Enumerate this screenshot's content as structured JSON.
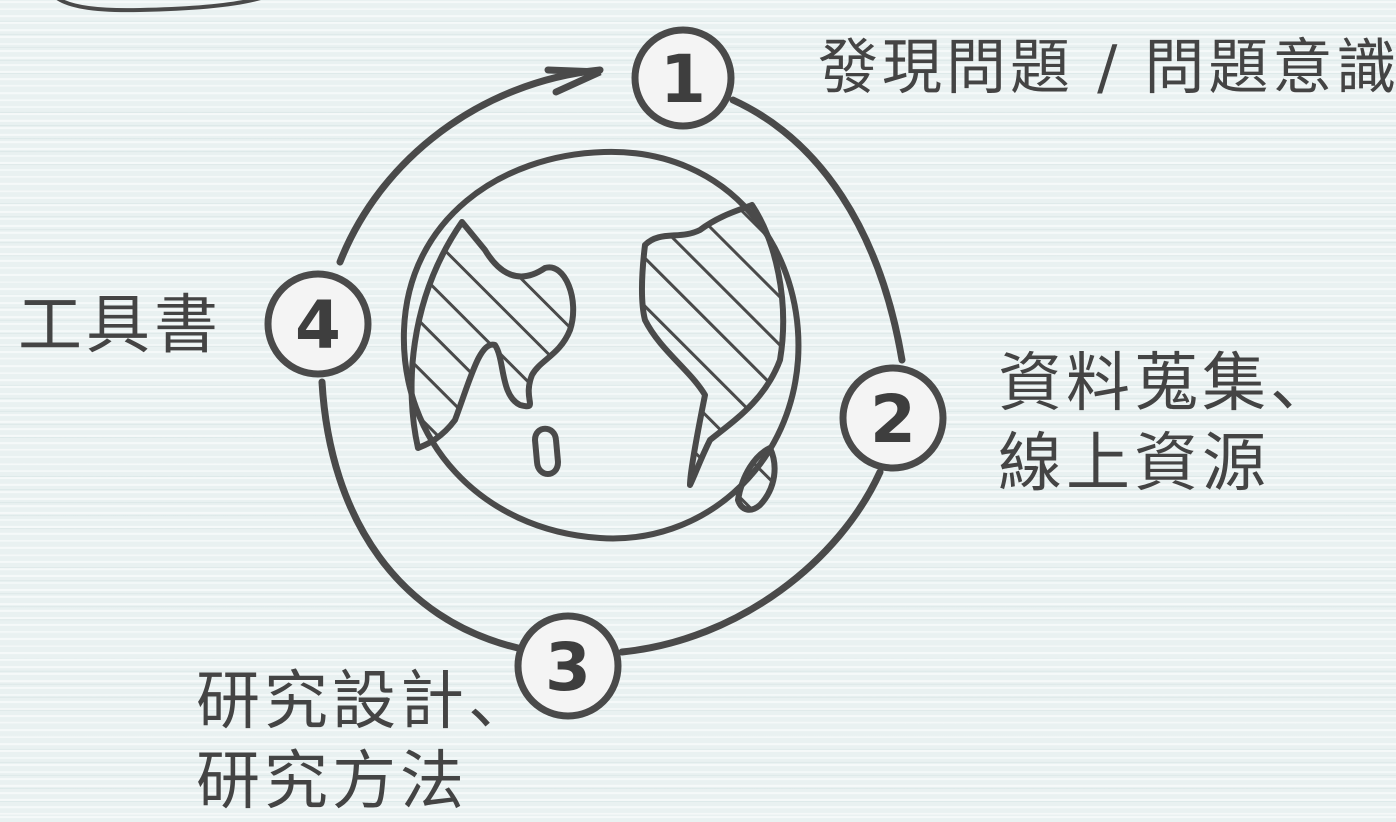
{
  "steps": [
    {
      "number": "1",
      "label_lines": [
        "發現問題 / 問題意識"
      ]
    },
    {
      "number": "2",
      "label_lines": [
        "資料蒐集、",
        "線上資源"
      ]
    },
    {
      "number": "3",
      "label_lines": [
        "研究設計、",
        "研究方法"
      ]
    },
    {
      "number": "4",
      "label_lines": [
        "工具書"
      ]
    }
  ],
  "colors": {
    "stroke": "#4a4a4a",
    "background": "#e9f1f1",
    "circle_fill": "#f4f4f4"
  },
  "icons": [
    "globe-icon",
    "cycle-arrow-icon"
  ]
}
